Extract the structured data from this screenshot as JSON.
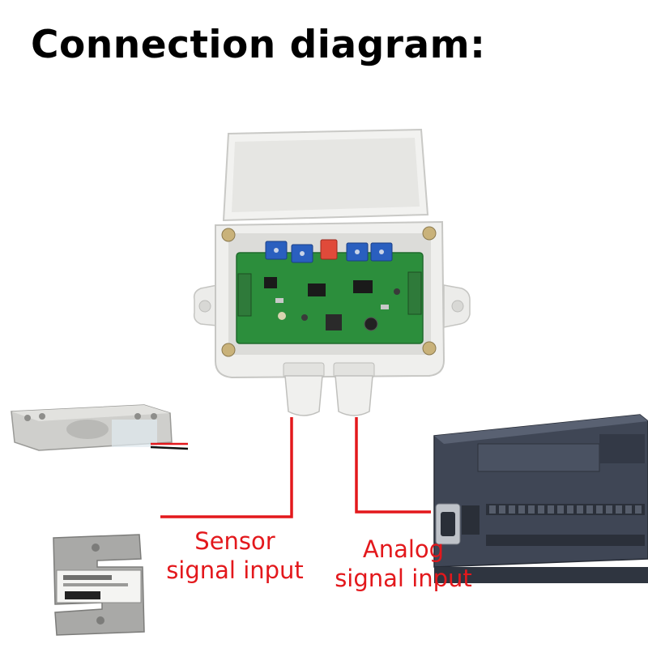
{
  "title": "Connection diagram:",
  "labels": {
    "sensor_line1": "Sensor",
    "sensor_line2": "signal input",
    "analog_line1": "Analog",
    "analog_line2": "signal input"
  },
  "colors": {
    "wire": "#e3181c",
    "board": "#2c8e3c",
    "enclosure": "#e8e8e6",
    "plc": "#3f4655"
  }
}
